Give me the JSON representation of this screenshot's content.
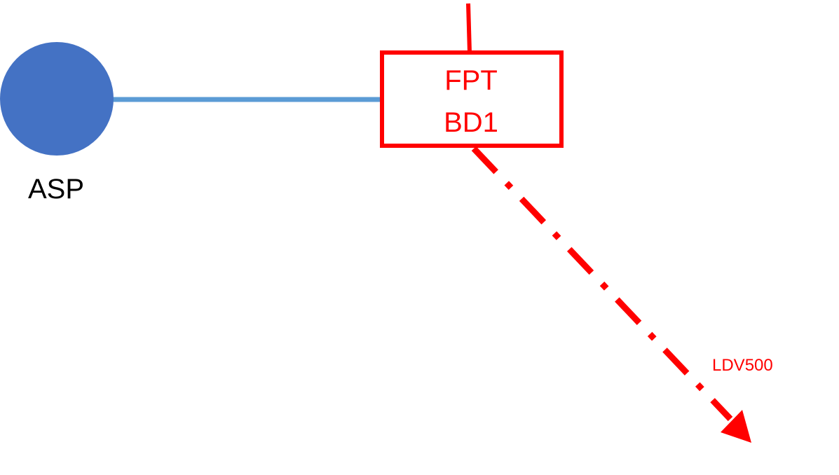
{
  "diagram": {
    "nodes": {
      "asp": {
        "label": "ASP",
        "color": "#4472C4"
      },
      "fpt_box": {
        "line1": "FPT",
        "line2": "BD1",
        "color": "#FF0000"
      }
    },
    "edges": {
      "asp_to_fpt": {
        "color": "#5B9BD5"
      },
      "fpt_top_link": {
        "color": "#FF0000"
      },
      "ldv_arrow": {
        "label": "LDV500",
        "color": "#FF0000",
        "style": "dash-dot"
      }
    }
  }
}
